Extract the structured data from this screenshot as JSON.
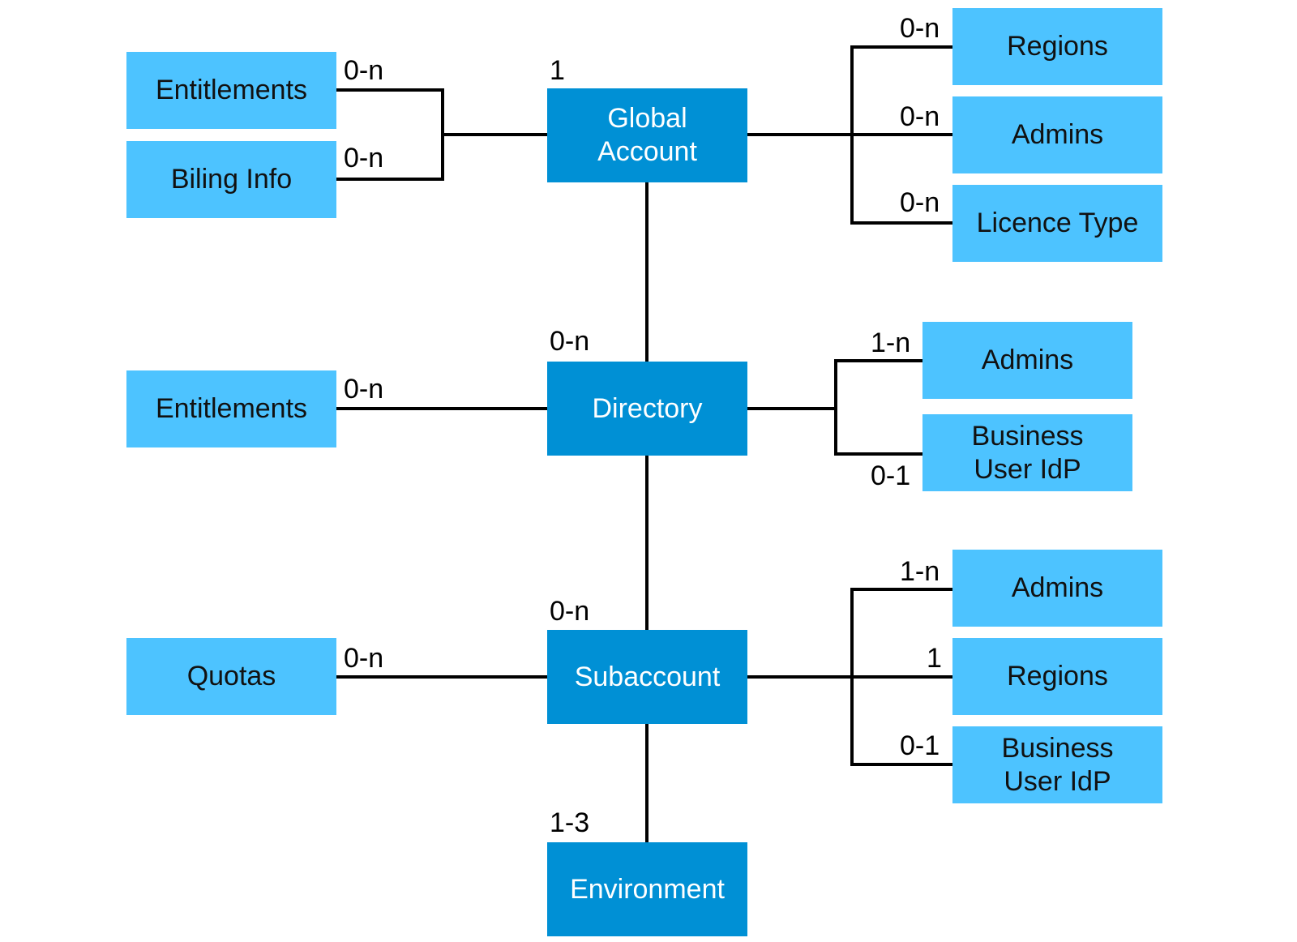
{
  "colors": {
    "main_fill": "#0090D5",
    "side_fill": "#4DC3FF",
    "connector": "#000000"
  },
  "nodes": {
    "global_account": "Global\nAccount",
    "directory": "Directory",
    "subaccount": "Subaccount",
    "environment": "Environment",
    "ga_entitlements": "Entitlements",
    "ga_billing": "Biling Info",
    "ga_regions": "Regions",
    "ga_admins": "Admins",
    "ga_licence": "Licence Type",
    "dir_entitlements": "Entitlements",
    "dir_admins": "Admins",
    "dir_idp": "Business\nUser IdP",
    "sub_quotas": "Quotas",
    "sub_admins": "Admins",
    "sub_regions": "Regions",
    "sub_idp": "Business\nUser IdP"
  },
  "cardinalities": {
    "global_account": "1",
    "ga_entitlements": "0-n",
    "ga_billing": "0-n",
    "ga_regions": "0-n",
    "ga_admins": "0-n",
    "ga_licence": "0-n",
    "directory": "0-n",
    "dir_entitlements": "0-n",
    "dir_admins": "1-n",
    "dir_idp": "0-1",
    "subaccount": "0-n",
    "sub_quotas": "0-n",
    "sub_admins": "1-n",
    "sub_regions": "1",
    "sub_idp": "0-1",
    "environment": "1-3"
  }
}
